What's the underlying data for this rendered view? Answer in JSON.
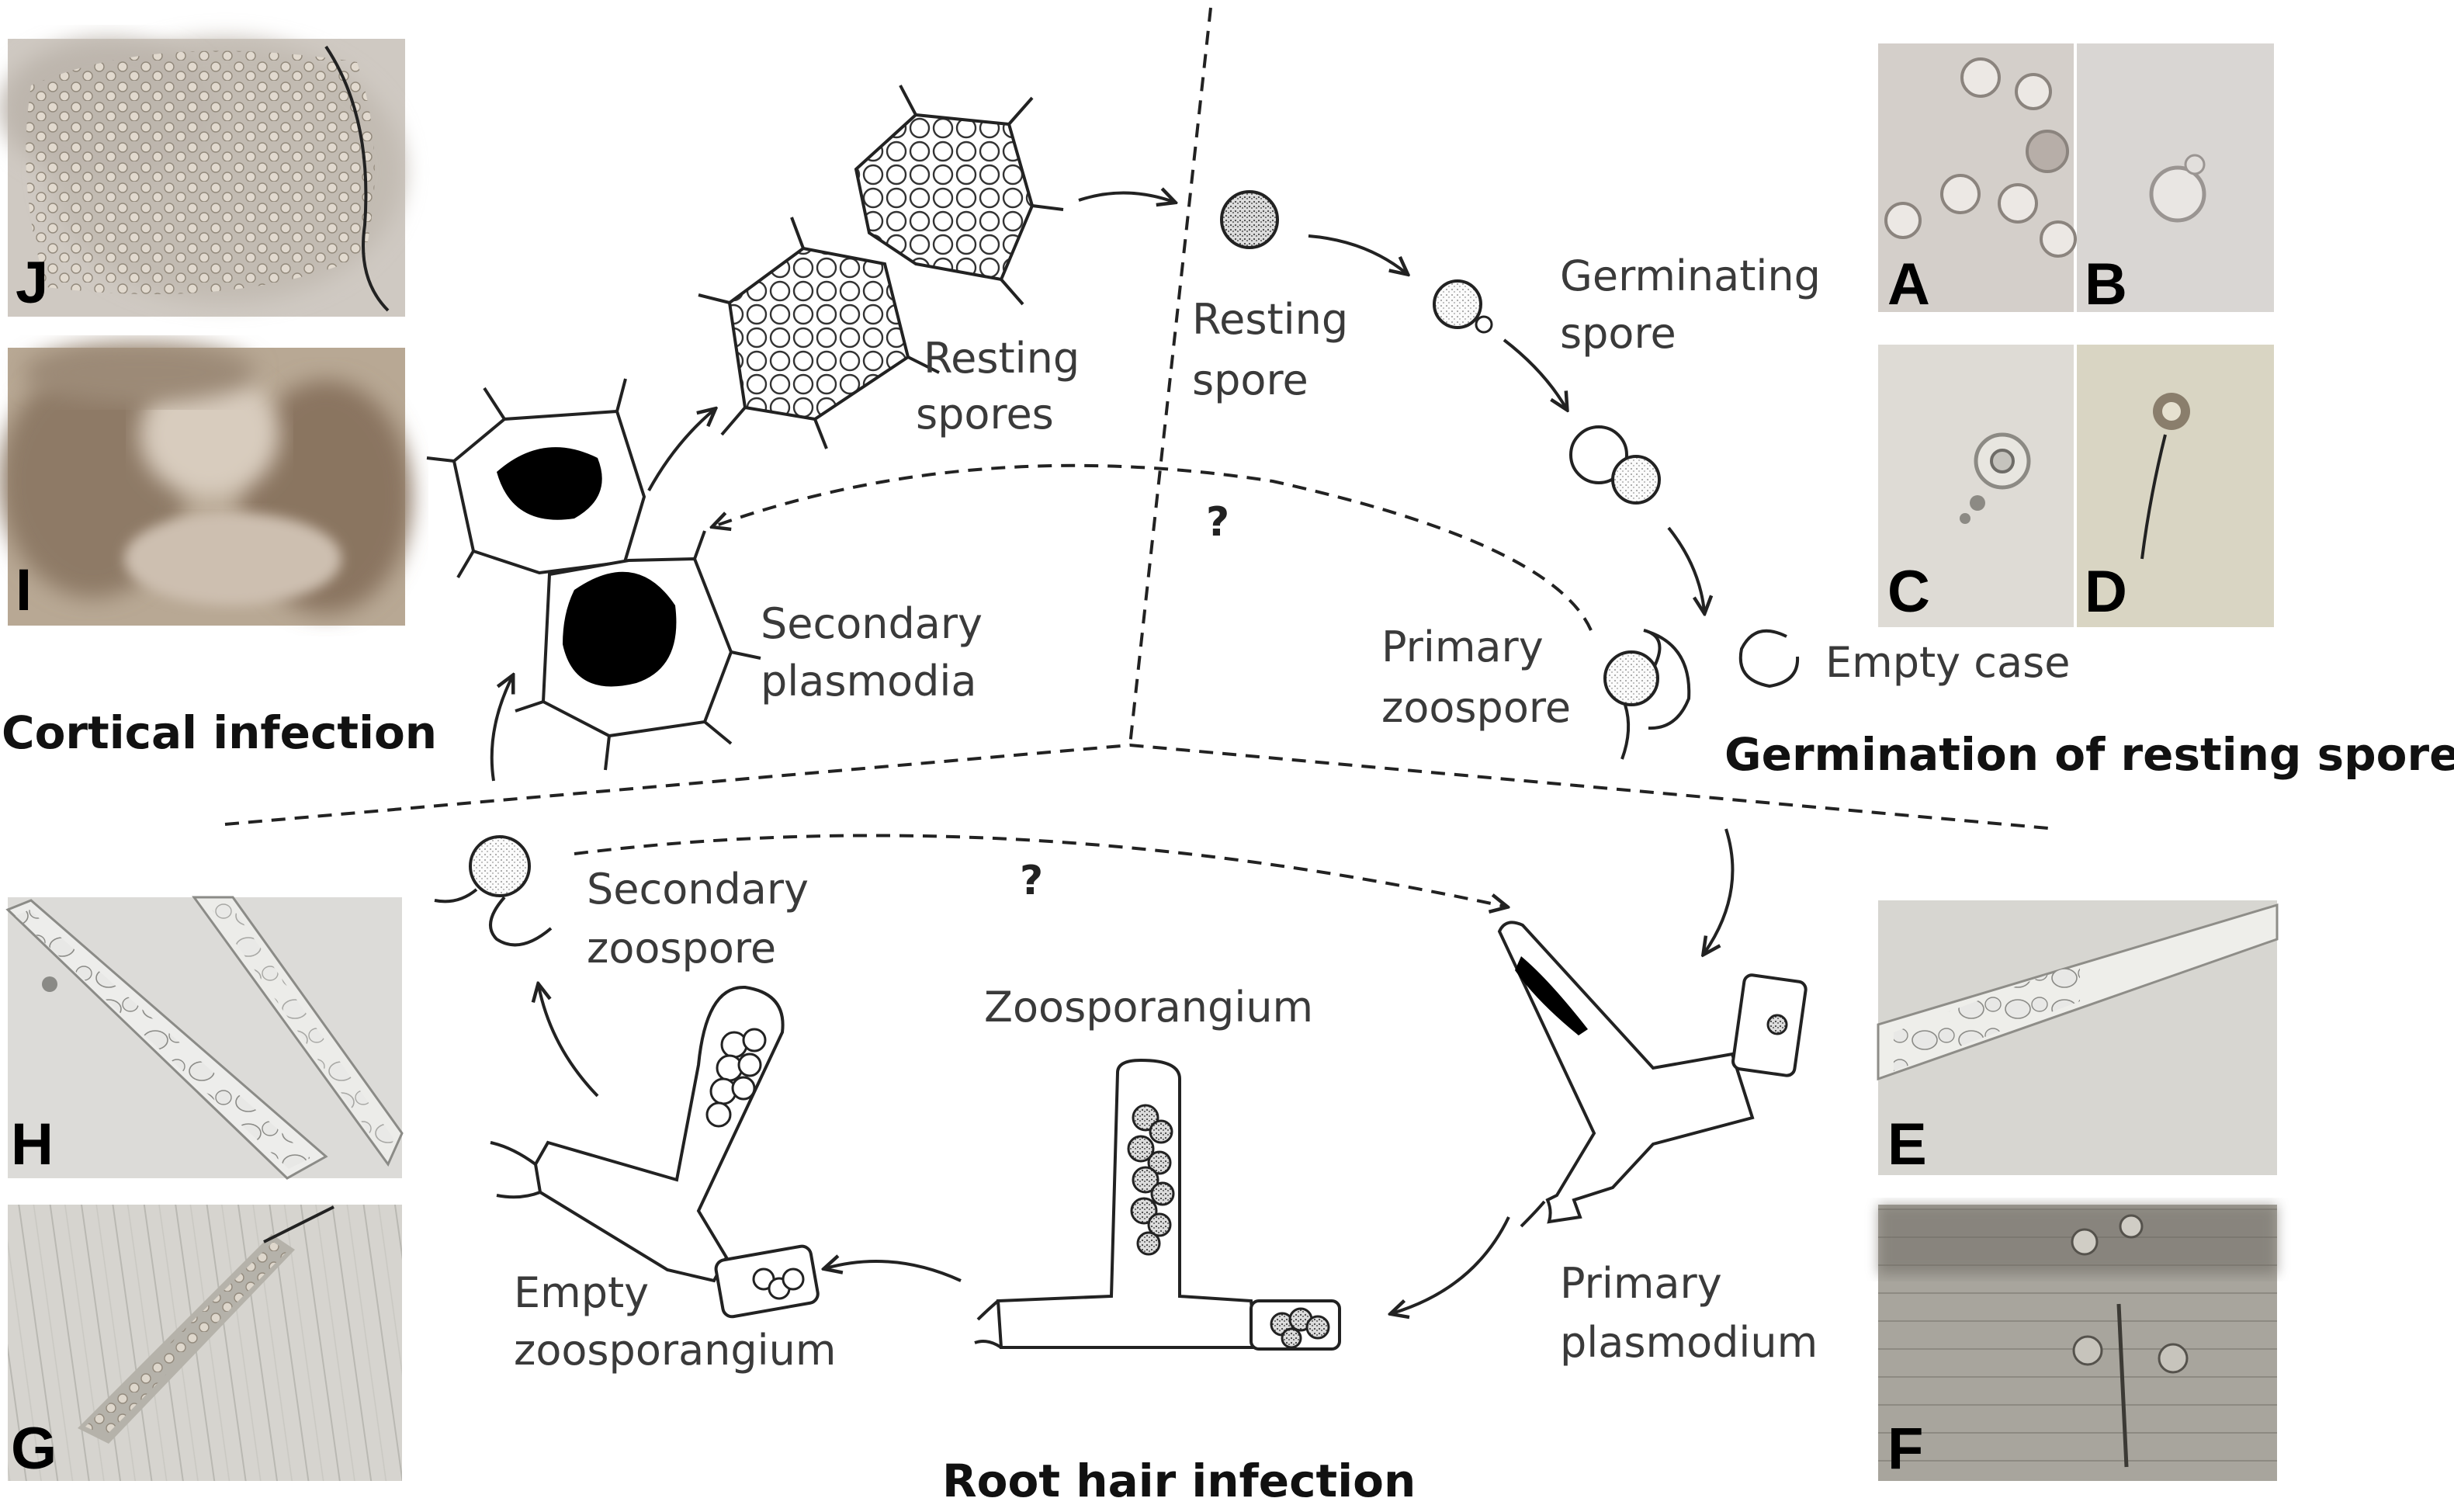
{
  "sections": {
    "cortical": "Cortical infection",
    "germination": "Germination of resting spores",
    "root_hair": "Root hair infection"
  },
  "stages": {
    "resting_spores": [
      "Resting",
      "spores"
    ],
    "resting_spore": [
      "Resting",
      "spore"
    ],
    "germinating_spore": [
      "Germinating",
      "spore"
    ],
    "primary_zoospore": [
      "Primary",
      "zoospore"
    ],
    "empty_case": "Empty case",
    "secondary_plasmodia": [
      "Secondary",
      "plasmodia"
    ],
    "secondary_zoospore": [
      "Secondary",
      "zoospore"
    ],
    "zoosporangium": "Zoosporangium",
    "empty_zoosporangium": [
      "Empty",
      "zoosporangium"
    ],
    "primary_plasmodium": [
      "Primary",
      "plasmodium"
    ]
  },
  "unknown_marks": [
    "?",
    "?"
  ],
  "panels": {
    "J": "J",
    "I": "I",
    "H": "H",
    "G": "G",
    "A": "A",
    "B": "B",
    "C": "C",
    "D": "D",
    "E": "E",
    "F": "F"
  }
}
